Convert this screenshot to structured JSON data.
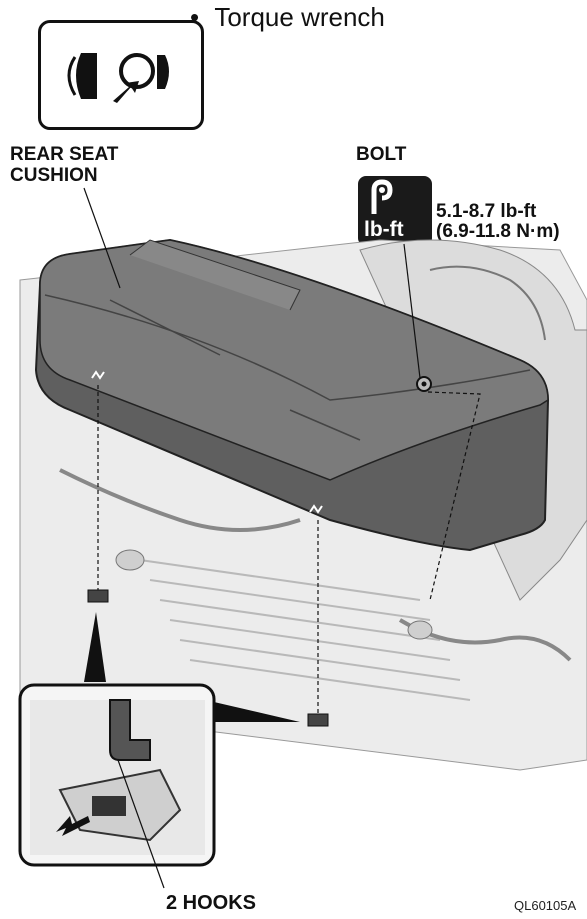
{
  "header": {
    "tool_bullet": "•",
    "tool_text": "Torque wrench"
  },
  "labels": {
    "rear_seat_line1": "REAR SEAT",
    "rear_seat_line2": "CUSHION",
    "bolt": "BOLT",
    "torque_line1": "5.1-8.7 lb-ft",
    "torque_line2": "(6.9-11.8 N·m)",
    "torque_badge_text": "lb-ft",
    "hooks": "2 HOOKS",
    "figure_code": "QL60105A"
  },
  "icons": {
    "tool_icon": "socket-wrench-rotation-icon",
    "torque_icon": "torque-wrench-badge-icon"
  },
  "colors": {
    "seat_fill": "#6b6b6b",
    "seat_top": "#8a8a8a",
    "line": "#111111",
    "floor": "#e6e6e6"
  }
}
